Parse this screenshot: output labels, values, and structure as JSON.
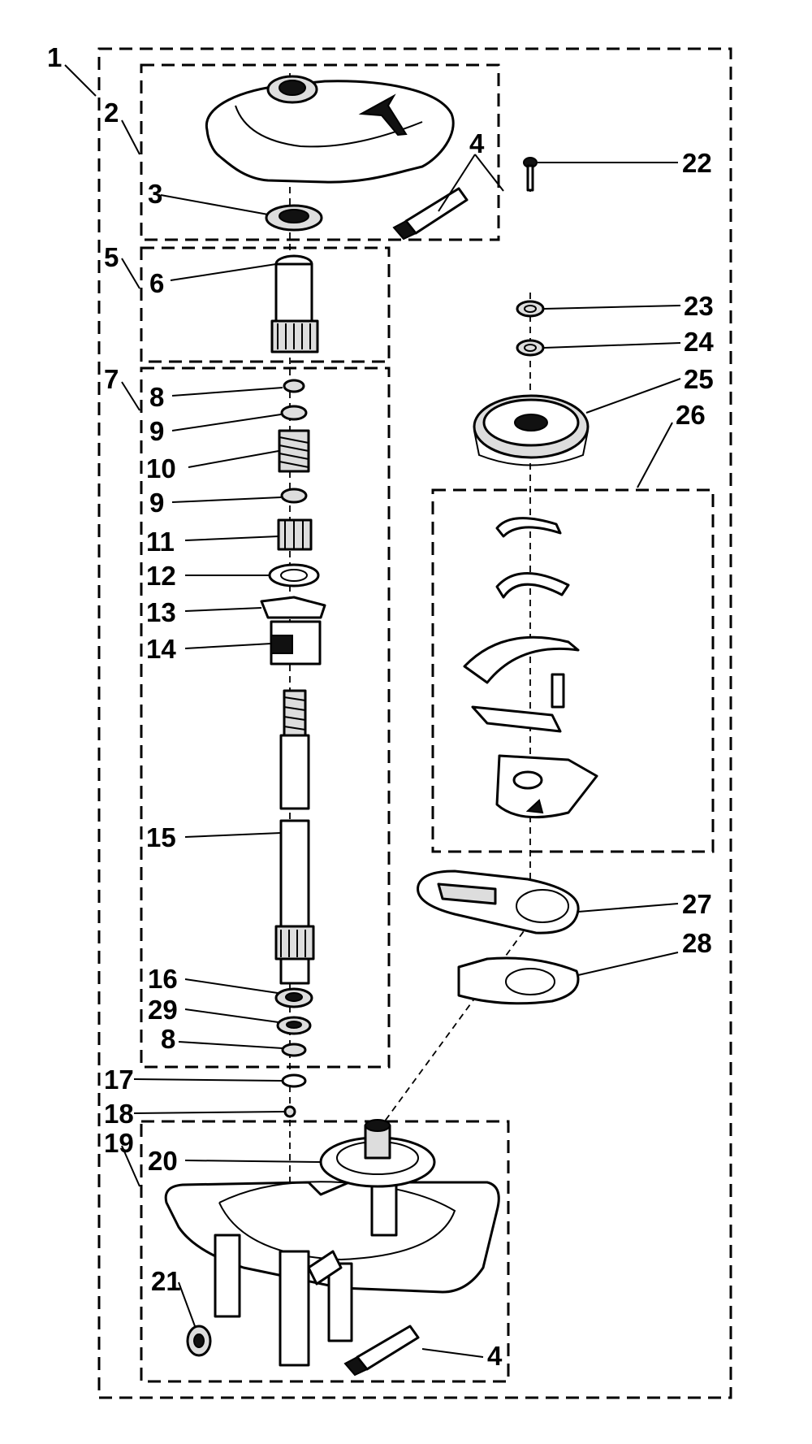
{
  "diagram": {
    "callouts": [
      {
        "id": "c1",
        "text": "1"
      },
      {
        "id": "c2",
        "text": "2"
      },
      {
        "id": "c3",
        "text": "3"
      },
      {
        "id": "c4a",
        "text": "4"
      },
      {
        "id": "c4b",
        "text": "4"
      },
      {
        "id": "c5",
        "text": "5"
      },
      {
        "id": "c6",
        "text": "6"
      },
      {
        "id": "c7",
        "text": "7"
      },
      {
        "id": "c8a",
        "text": "8"
      },
      {
        "id": "c8b",
        "text": "8"
      },
      {
        "id": "c9a",
        "text": "9"
      },
      {
        "id": "c9b",
        "text": "9"
      },
      {
        "id": "c10",
        "text": "10"
      },
      {
        "id": "c11",
        "text": "11"
      },
      {
        "id": "c12",
        "text": "12"
      },
      {
        "id": "c13",
        "text": "13"
      },
      {
        "id": "c14",
        "text": "14"
      },
      {
        "id": "c15",
        "text": "15"
      },
      {
        "id": "c16",
        "text": "16"
      },
      {
        "id": "c29",
        "text": "29"
      },
      {
        "id": "c17",
        "text": "17"
      },
      {
        "id": "c18",
        "text": "18"
      },
      {
        "id": "c19",
        "text": "19"
      },
      {
        "id": "c20",
        "text": "20"
      },
      {
        "id": "c21",
        "text": "21"
      },
      {
        "id": "c22",
        "text": "22"
      },
      {
        "id": "c23",
        "text": "23"
      },
      {
        "id": "c24",
        "text": "24"
      },
      {
        "id": "c25",
        "text": "25"
      },
      {
        "id": "c26",
        "text": "26"
      },
      {
        "id": "c27",
        "text": "27"
      },
      {
        "id": "c28",
        "text": "28"
      }
    ]
  }
}
